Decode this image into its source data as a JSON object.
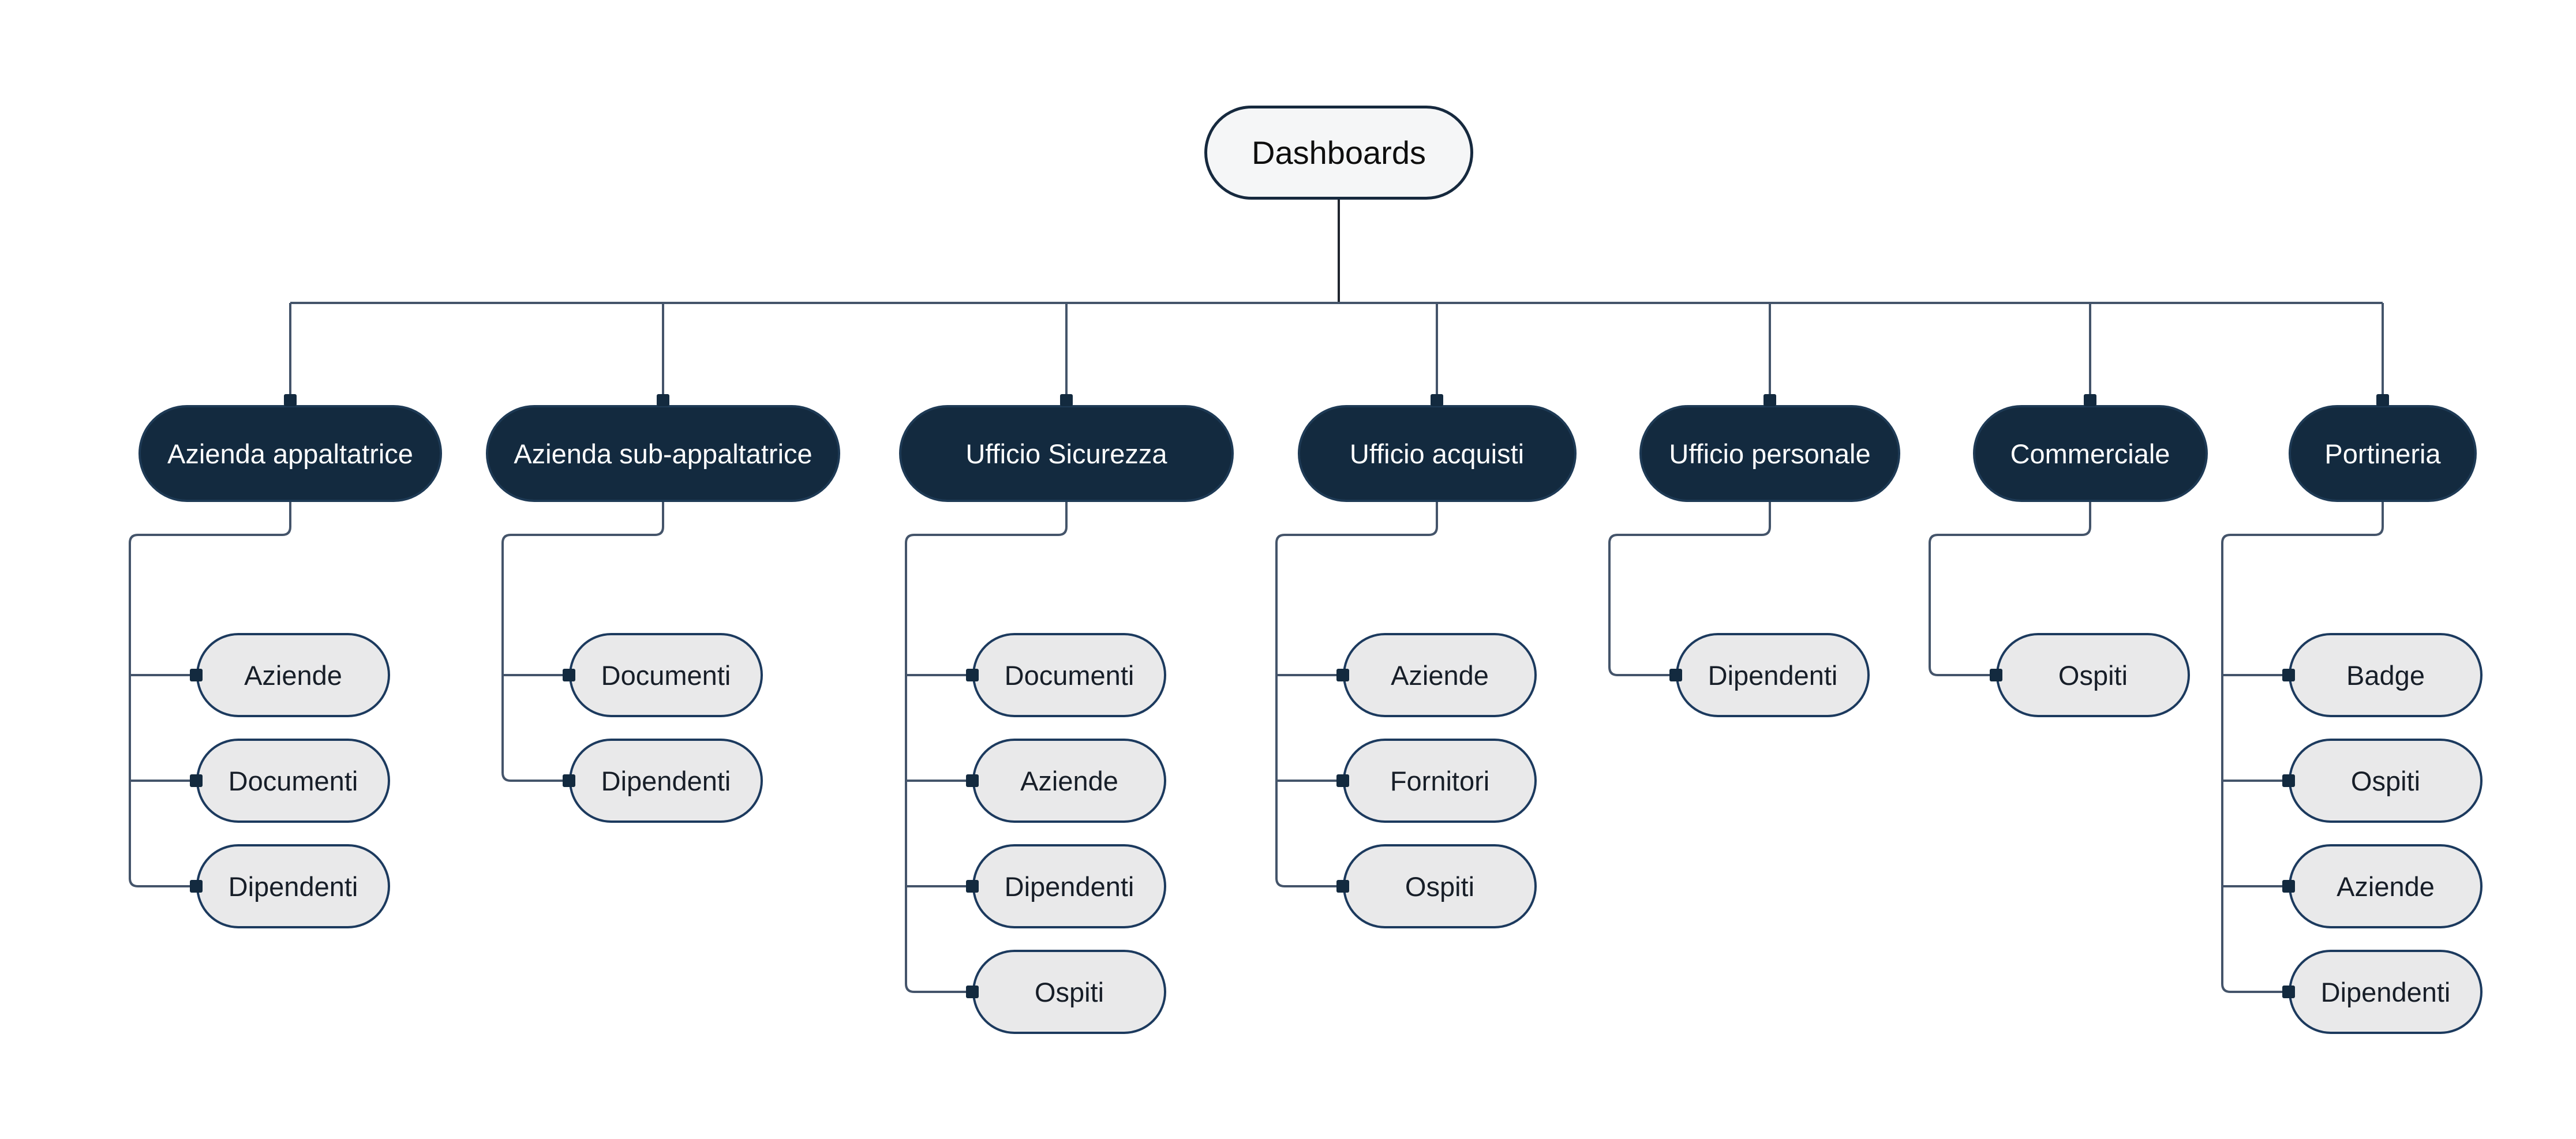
{
  "diagram": {
    "root": {
      "label": "Dashboards"
    },
    "branches": [
      {
        "label": "Azienda appaltatrice",
        "children": [
          "Aziende",
          "Documenti",
          "Dipendenti"
        ]
      },
      {
        "label": "Azienda sub-appaltatrice",
        "children": [
          "Documenti",
          "Dipendenti"
        ]
      },
      {
        "label": "Ufficio Sicurezza",
        "children": [
          "Documenti",
          "Aziende",
          "Dipendenti",
          "Ospiti"
        ]
      },
      {
        "label": "Ufficio acquisti",
        "children": [
          "Aziende",
          "Fornitori",
          "Ospiti"
        ]
      },
      {
        "label": "Ufficio personale",
        "children": [
          "Dipendenti"
        ]
      },
      {
        "label": "Commerciale",
        "children": [
          "Ospiti"
        ]
      },
      {
        "label": "Portineria",
        "children": [
          "Badge",
          "Ospiti",
          "Aziende",
          "Dipendenti"
        ]
      }
    ],
    "colors": {
      "background": "#ffffff",
      "root_fill": "#f5f6f7",
      "root_border": "#16293e",
      "root_text": "#0e0e0e",
      "branch_fill": "#132a3f",
      "branch_border": "#1e3a55",
      "branch_text": "#ffffff",
      "child_fill": "#e9e9ea",
      "child_border": "#1c3a5e",
      "child_text": "#171e28",
      "connector": "#44546a",
      "root_connector": "#20262e",
      "port": "#132a3f"
    }
  }
}
